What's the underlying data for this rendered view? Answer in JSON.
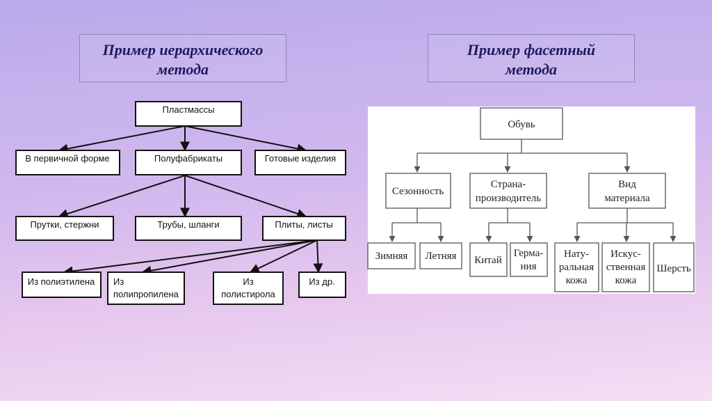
{
  "titles": {
    "left": [
      "Пример иерархического",
      "метода"
    ],
    "right": [
      "Пример фасетный",
      "метода"
    ]
  },
  "hierarchy": {
    "root": "Пластмассы",
    "level1": [
      "В первичной форме",
      "Полуфабрикаты",
      "Готовые изделия"
    ],
    "level2": [
      "Прутки, стержни",
      "Трубы, шланги",
      "Плиты, листы"
    ],
    "level3": [
      [
        "Из полиэтилена"
      ],
      [
        "Из",
        "полипропилена"
      ],
      [
        "Из",
        "полистирола"
      ],
      [
        "Из др."
      ]
    ]
  },
  "facet": {
    "root": "Обувь",
    "facets": [
      {
        "name": [
          "Сезонность"
        ],
        "values": [
          [
            "Зимняя"
          ],
          [
            "Летняя"
          ]
        ]
      },
      {
        "name": [
          "Страна-",
          "производитель"
        ],
        "values": [
          [
            "Китай"
          ],
          [
            "Герма-",
            "ния"
          ]
        ]
      },
      {
        "name": [
          "Вид",
          "материала"
        ],
        "values": [
          [
            "Нату-",
            "ральная",
            "кожа"
          ],
          [
            "Искус-",
            "ственная",
            "кожа"
          ],
          [
            "Шерсть"
          ]
        ]
      }
    ]
  }
}
